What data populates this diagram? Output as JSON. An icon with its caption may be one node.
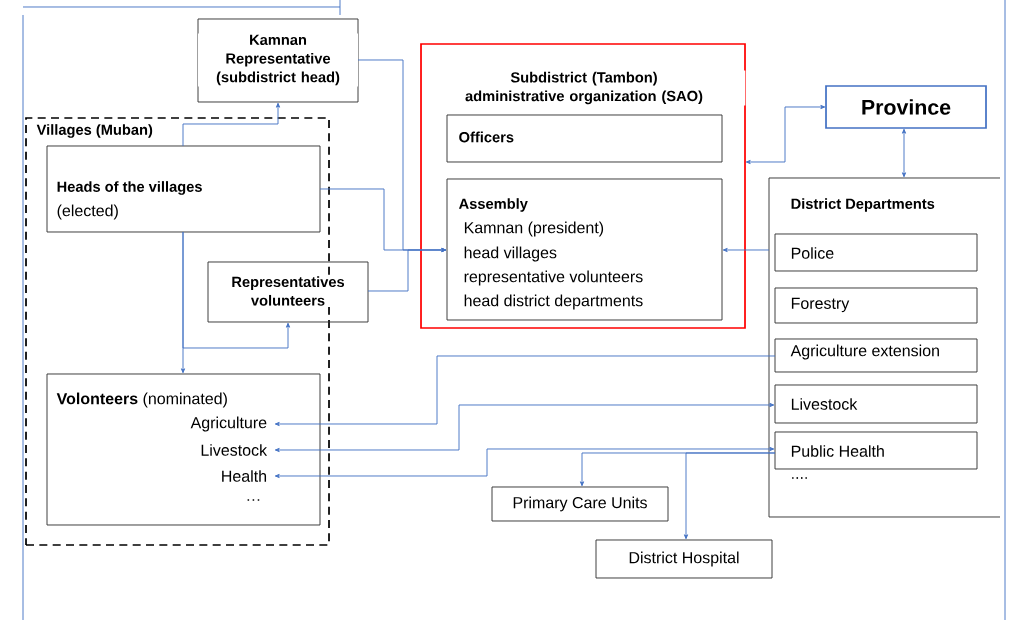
{
  "diagram": {
    "nodes": [
      {
        "text": [
          "Kamnan Representative (subdistrict head)"
        ]
      },
      {
        "text": [
          "Villages (Muban)"
        ]
      },
      {
        "text": [
          "Heads of the villages",
          "(elected)"
        ],
        "in": 1
      },
      {
        "text": [
          "Representatives volunteers"
        ]
      },
      {
        "text": [
          "**Volonteers** (nominated)",
          "…"
        ],
        "in": 1
      },
      {
        "text": [
          "Agriculture"
        ],
        "in": 4
      },
      {
        "text": [
          "Livestock"
        ],
        "in": 4
      },
      {
        "text": [
          "Health"
        ],
        "in": 4
      },
      {
        "text": [
          "Subdistrict (Tambon) administrative organization (SAO)"
        ]
      },
      {
        "text": [
          "Officers"
        ],
        "in": 8
      },
      {
        "text": [
          "Assembly",
          "Kamnan (president)",
          "head villages",
          "representative volunteers",
          "head district departments"
        ],
        "in": 8
      },
      {
        "text": [
          "Province"
        ]
      },
      {
        "text": [
          "District Departments",
          "...."
        ]
      },
      {
        "text": [
          "Police"
        ],
        "in": 12
      },
      {
        "text": [
          "Forestry"
        ],
        "in": 12
      },
      {
        "text": [
          "Agriculture extension"
        ],
        "in": 12
      },
      {
        "text": [
          "Livestock"
        ],
        "in": 12
      },
      {
        "text": [
          "Public Health"
        ],
        "in": 12
      },
      {
        "text": [
          "Primary Care Units"
        ]
      },
      {
        "text": [
          "District Hospital"
        ]
      }
    ],
    "edges": [
      {
        "from": 2,
        "to": 0,
        "arrow": "to"
      },
      {
        "from": 2,
        "to": 4,
        "arrow": "to"
      },
      {
        "from": 2,
        "to": 3,
        "arrow": "to"
      },
      {
        "from": 2,
        "to": 10,
        "arrow": "to"
      },
      {
        "from": 0,
        "to": 10,
        "arrow": "to"
      },
      {
        "from": 3,
        "to": 10,
        "arrow": "to"
      },
      {
        "from": 12,
        "to": 10,
        "arrow": "to"
      },
      {
        "from": 8,
        "to": 11,
        "arrow": "both"
      },
      {
        "from": 11,
        "to": 12,
        "arrow": "both"
      },
      {
        "from": 15,
        "to": 5,
        "arrow": "to"
      },
      {
        "from": 6,
        "to": 16,
        "arrow": "both"
      },
      {
        "from": 7,
        "to": 17,
        "arrow": "both"
      },
      {
        "from": 17,
        "to": 18,
        "arrow": "to"
      },
      {
        "from": 17,
        "to": 19,
        "arrow": "to"
      }
    ]
  }
}
